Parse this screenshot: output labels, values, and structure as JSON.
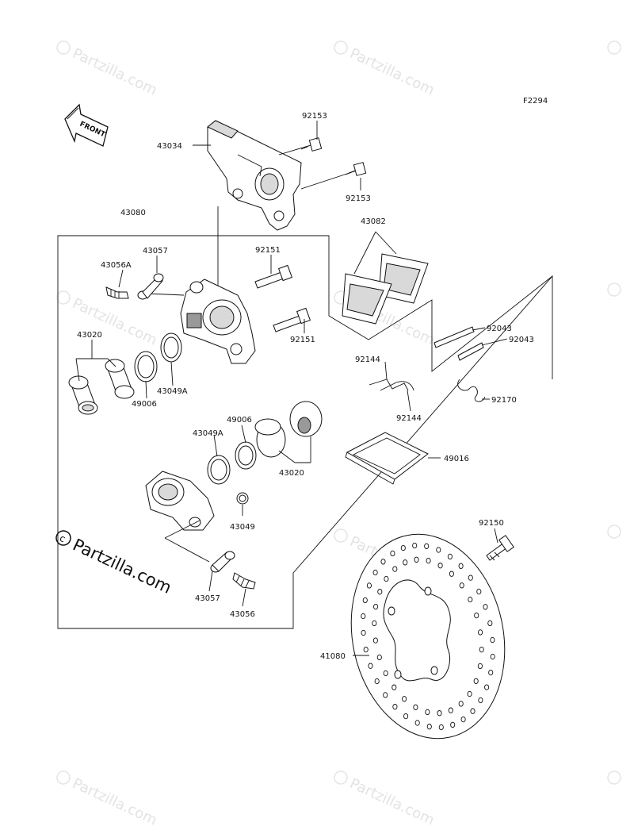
{
  "figure_code": "F2294",
  "front_label": "FRONT",
  "logo_text": "Partzilla.com",
  "watermark_text": "Partzilla.com",
  "parts": [
    {
      "key": "p92153a",
      "number": "92153"
    },
    {
      "key": "p43034",
      "number": "43034"
    },
    {
      "key": "p92153b",
      "number": "92153"
    },
    {
      "key": "p43080",
      "number": "43080"
    },
    {
      "key": "p43082",
      "number": "43082"
    },
    {
      "key": "p43057a",
      "number": "43057"
    },
    {
      "key": "p43056a",
      "number": "43056A"
    },
    {
      "key": "p92151a",
      "number": "92151"
    },
    {
      "key": "p92043a",
      "number": "92043"
    },
    {
      "key": "p92043b",
      "number": "92043"
    },
    {
      "key": "p43020a",
      "number": "43020"
    },
    {
      "key": "p92151b",
      "number": "92151"
    },
    {
      "key": "p43049a1",
      "number": "43049A"
    },
    {
      "key": "p49006a",
      "number": "49006"
    },
    {
      "key": "p92144a",
      "number": "92144"
    },
    {
      "key": "p92144b",
      "number": "92144"
    },
    {
      "key": "p92170",
      "number": "92170"
    },
    {
      "key": "p49006b",
      "number": "49006"
    },
    {
      "key": "p43049a2",
      "number": "43049A"
    },
    {
      "key": "p49016",
      "number": "49016"
    },
    {
      "key": "p43020b",
      "number": "43020"
    },
    {
      "key": "p43049",
      "number": "43049"
    },
    {
      "key": "p92150",
      "number": "92150"
    },
    {
      "key": "p43057b",
      "number": "43057"
    },
    {
      "key": "p43056",
      "number": "43056"
    },
    {
      "key": "p41080",
      "number": "41080"
    }
  ]
}
